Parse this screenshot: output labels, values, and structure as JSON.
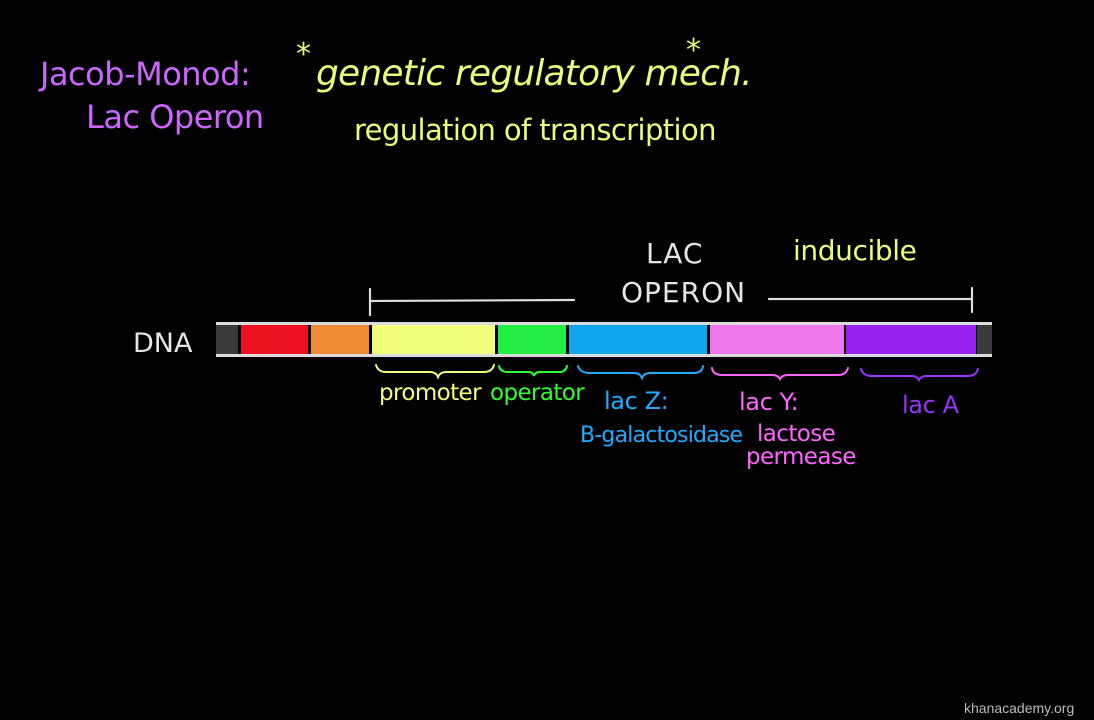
{
  "title": {
    "line1": "Jacob-Monod:",
    "line2": "Lac Operon",
    "color": "#cc66ff"
  },
  "heading": {
    "star": "*",
    "mechanism": "genetic regulatory mech.",
    "subtitle": "regulation of transcription",
    "color": "#e6ff7a"
  },
  "operon": {
    "lac": "LAC",
    "operon": "OPERON",
    "inducible": "inducible",
    "inducible_color": "#e6ff7a",
    "text_color": "#e6e6e6"
  },
  "dna": {
    "label": "DNA",
    "label_color": "#e6e6e6",
    "segments": [
      {
        "name": "end-left",
        "color": "#3a3a3a"
      },
      {
        "name": "red",
        "color": "#ee1122"
      },
      {
        "name": "orange",
        "color": "#f08a33"
      },
      {
        "name": "promoter",
        "color": "#f3ff7a"
      },
      {
        "name": "operator",
        "color": "#22ee44"
      },
      {
        "name": "lacZ",
        "color": "#11a5ee"
      },
      {
        "name": "lacY",
        "color": "#ee77ee"
      },
      {
        "name": "lacA",
        "color": "#9922ee"
      },
      {
        "name": "end-right",
        "color": "#3a3a3a"
      }
    ]
  },
  "labels": {
    "promoter": {
      "text": "promoter",
      "color": "#f3ff7a"
    },
    "operator": {
      "text": "operator",
      "color": "#33ff33"
    },
    "lacz": {
      "line1": "lac Z:",
      "line2": "B-galactosidase",
      "color": "#22aaff"
    },
    "lacy": {
      "line1": "lac Y:",
      "line2": "lactose",
      "line3": "permease",
      "color": "#ff66ff"
    },
    "laca": {
      "text": "lac A",
      "color": "#9933ff"
    }
  },
  "watermark": {
    "text": "khanacademy.org",
    "color": "#bbbbbb"
  }
}
